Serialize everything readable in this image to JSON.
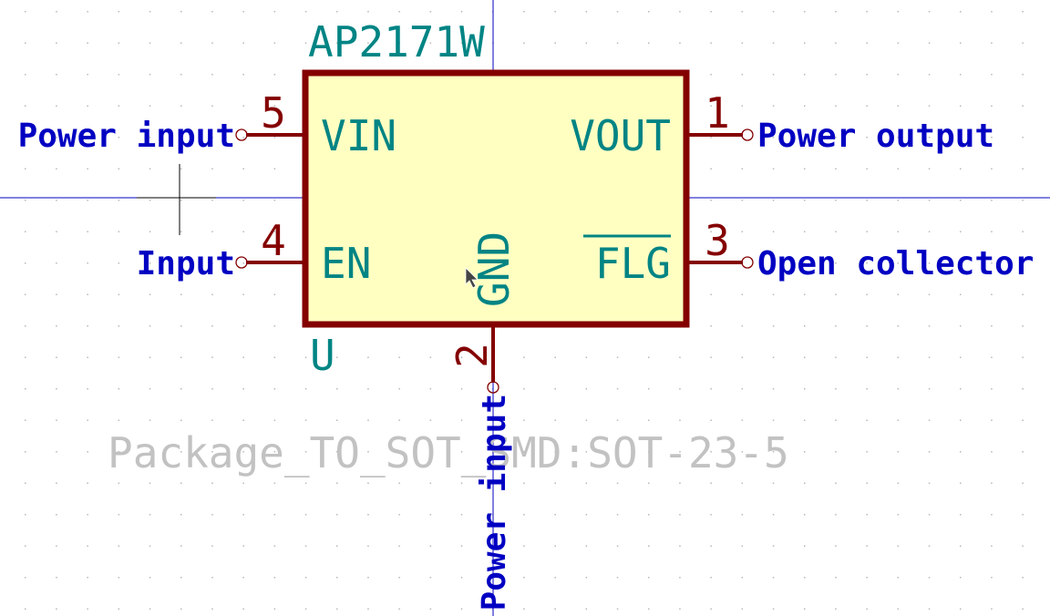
{
  "symbol": {
    "value": "AP2171W",
    "reference": "U",
    "footprint": "Package_TO_SOT_SMD:SOT-23-5",
    "pins": [
      {
        "number": "5",
        "name": "VIN",
        "type": "Power input",
        "side": "left"
      },
      {
        "number": "4",
        "name": "EN",
        "type": "Input",
        "side": "left"
      },
      {
        "number": "1",
        "name": "VOUT",
        "type": "Power output",
        "side": "right"
      },
      {
        "number": "3",
        "name": "FLG",
        "type": "Open collector",
        "side": "right",
        "overbar": true
      },
      {
        "number": "2",
        "name": "GND",
        "type": "Power input",
        "side": "bottom"
      }
    ]
  },
  "colors": {
    "body_fill": "#ffffc2",
    "body_outline": "#840000",
    "text_fields": "#008484",
    "pin_type": "#0000c2",
    "footprint": "#c2c2c2",
    "axis": "#0000c2"
  }
}
